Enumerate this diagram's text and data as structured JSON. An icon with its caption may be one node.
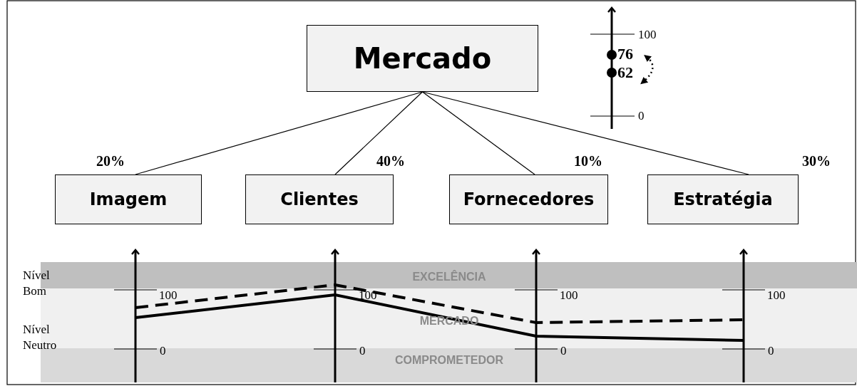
{
  "diagram": {
    "nodes": [
      {
        "text": [
          "Mercado"
        ]
      },
      {
        "text": [
          "Imagem"
        ]
      },
      {
        "text": [
          "Clientes"
        ]
      },
      {
        "text": [
          "Fornecedores"
        ]
      },
      {
        "text": [
          "Estratégia"
        ]
      }
    ],
    "edges": [
      {
        "from": 0,
        "to": 1,
        "arrow": "none",
        "label": "20%"
      },
      {
        "from": 0,
        "to": 2,
        "arrow": "none",
        "label": "40%"
      },
      {
        "from": 0,
        "to": 3,
        "arrow": "none",
        "label": "10%"
      },
      {
        "from": 0,
        "to": 4,
        "arrow": "none",
        "label": "30%"
      }
    ],
    "labels": [
      "100",
      "76",
      "62",
      "0",
      "Nível Bom",
      "EXCELÊNCIA",
      "100",
      "100",
      "100",
      "100",
      "MERCADO",
      "Nível Neutro",
      "0",
      "0",
      "0",
      "0",
      "COMPROMETEDOR"
    ]
  }
}
